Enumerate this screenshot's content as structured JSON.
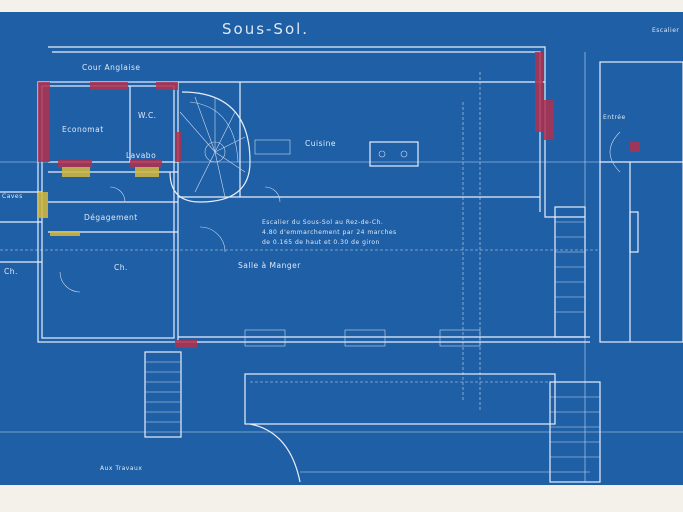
{
  "title": "Sous-Sol.",
  "rooms": {
    "cour_anglaise": "Cour Anglaise",
    "economat": "Economat",
    "lavabo": "Lavabo",
    "wc": "W.C.",
    "cuisine": "Cuisine",
    "degagement": "Dégagement",
    "salle_a_manger": "Salle à Manger",
    "ch": "Ch.",
    "ch2": "Ch.",
    "caves": "Caves",
    "entree": "Entrée",
    "escalier_right": "Escalier"
  },
  "notes": {
    "stair_line1": "Escalier du Sous-Sol au Rez-de-Ch.",
    "stair_line2": "4.80 d'emmarchement par 24 marches",
    "stair_line3": "de 0.165 de haut et 0.30 de giron",
    "bottom_note": "Aux Travaux"
  },
  "colors": {
    "paper": "#f3f1ea",
    "blueprint": "#1f5fa6",
    "line": "#e6eef9",
    "red_hatch": "#b0304e",
    "yellow_hatch": "#d6b83c"
  }
}
